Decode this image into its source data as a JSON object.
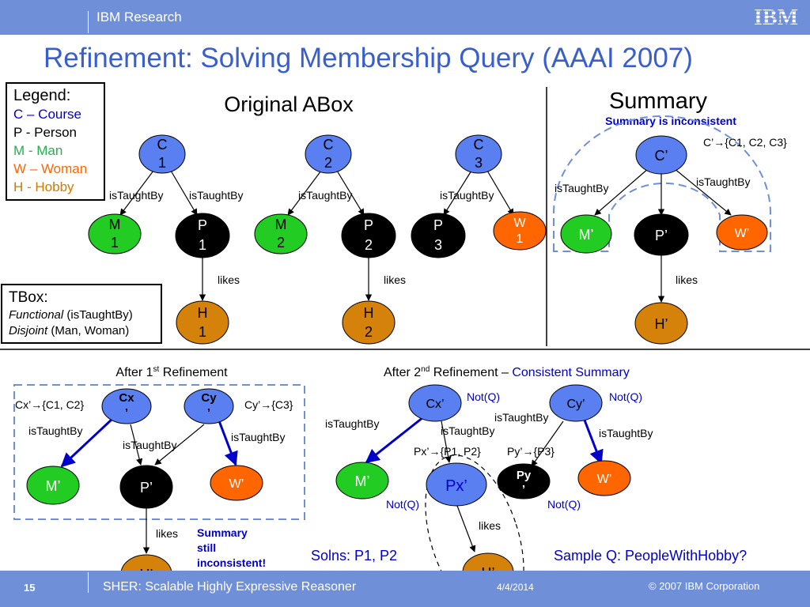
{
  "header": {
    "brand": "IBM Research",
    "title": "Refinement: Solving Membership Query (AAAI 2007)"
  },
  "footer": {
    "page": "15",
    "title": "SHER: Scalable Highly Expressive Reasoner",
    "date": "4/4/2014",
    "copyright": "© 2007 IBM Corporation"
  },
  "legend": {
    "title": "Legend:",
    "items": [
      {
        "text": "C – Course",
        "color": "#0000cc"
      },
      {
        "text": "P - Person",
        "color": "#000000"
      },
      {
        "text": "M - Man",
        "color": "#22b14c"
      },
      {
        "text": "W – Woman",
        "color": "#ff6600"
      },
      {
        "text": "H - Hobby",
        "color": "#d07a00"
      }
    ]
  },
  "tbox": {
    "title": "TBox:",
    "line1_em": "Functional",
    "line1_rest": " (isTaughtBy)",
    "line2_em": "Disjoint",
    "line2_rest": " (Man, Woman)"
  },
  "sections": {
    "original": "Original ABox",
    "summary": "Summary",
    "summary_note": "Summary is inconsistent",
    "after1_pre": "After 1",
    "after1_sup": "st",
    "after1_post": " Refinement",
    "after2_pre": "After 2",
    "after2_sup": "nd",
    "after2_post": " Refinement – ",
    "after2_consistent": "Consistent Summary"
  },
  "colors": {
    "course": "#5a7ff0",
    "person": "#000000",
    "man": "#22cc22",
    "woman": "#ff6600",
    "hobby": "#d4820a",
    "accent": "#0000cc"
  },
  "nodes": {
    "C1a": "C",
    "C1b": "1",
    "C2a": "C",
    "C2b": "2",
    "C3a": "C",
    "C3b": "3",
    "M1a": "M",
    "M1b": "1",
    "P1a": "P",
    "P1b": "1",
    "M2a": "M",
    "M2b": "2",
    "P2a": "P",
    "P2b": "2",
    "P3a": "P",
    "P3b": "3",
    "W1a": "W",
    "W1b": "1",
    "H1a": "H",
    "H1b": "1",
    "H2a": "H",
    "H2b": "2",
    "sC": "C’",
    "sM": "M’",
    "sP": "P’",
    "sW": "W’",
    "sH": "H’",
    "CxA": "Cx",
    "CxB": "’",
    "CyA": "Cy",
    "CyB": "’",
    "r1M": "M’",
    "r1P": "P’",
    "r1W": "W’",
    "r1H": "H’",
    "r2Cx": "Cx’",
    "r2Cy": "Cy’",
    "r2M": "M’",
    "r2Px": "Px’",
    "PyA": "Py",
    "PyB": "’",
    "r2W": "W’",
    "r2H": "H’"
  },
  "edges": {
    "taught": "isTaughtBy",
    "likes": "likes"
  },
  "annotations": {
    "summary_map": "C’→{C1, C2, C3}",
    "cx_map": "Cx’→{C1, C2}",
    "cy_map": "Cy’→{C3}",
    "px_map": "Px’→{P1, P2}",
    "py_map": "Py’→{P3}",
    "notq": "Not(Q)",
    "still1": "Summary",
    "still2": "still",
    "still3": "inconsistent!",
    "solns": "Solns: P1, P2",
    "sample": "Sample Q: PeopleWithHobby?"
  }
}
